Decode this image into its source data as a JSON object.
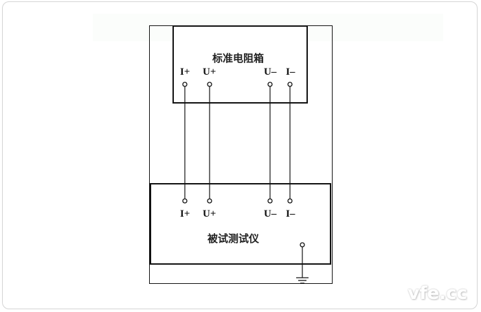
{
  "diagram": {
    "top_box": {
      "title": "标准电阻箱",
      "terminals": [
        "I+",
        "U+",
        "U–",
        "I–"
      ]
    },
    "bottom_box": {
      "title": "被试测试仪",
      "terminals": [
        "I+",
        "U+",
        "U–",
        "I–"
      ],
      "ground_terminal": "ground"
    },
    "connections": [
      {
        "from": "标准电阻箱.I+",
        "to": "被试测试仪.I+"
      },
      {
        "from": "标准电阻箱.U+",
        "to": "被试测试仪.U+"
      },
      {
        "from": "标准电阻箱.U–",
        "to": "被试测试仪.U–"
      },
      {
        "from": "标准电阻箱.I–",
        "to": "被试测试仪.I–"
      },
      {
        "from": "被试测试仪.ground",
        "to": "earth-ground"
      }
    ],
    "colors": {
      "line": "#111111",
      "frame": "#d4d4d4"
    }
  },
  "watermark": "vfe.cc"
}
